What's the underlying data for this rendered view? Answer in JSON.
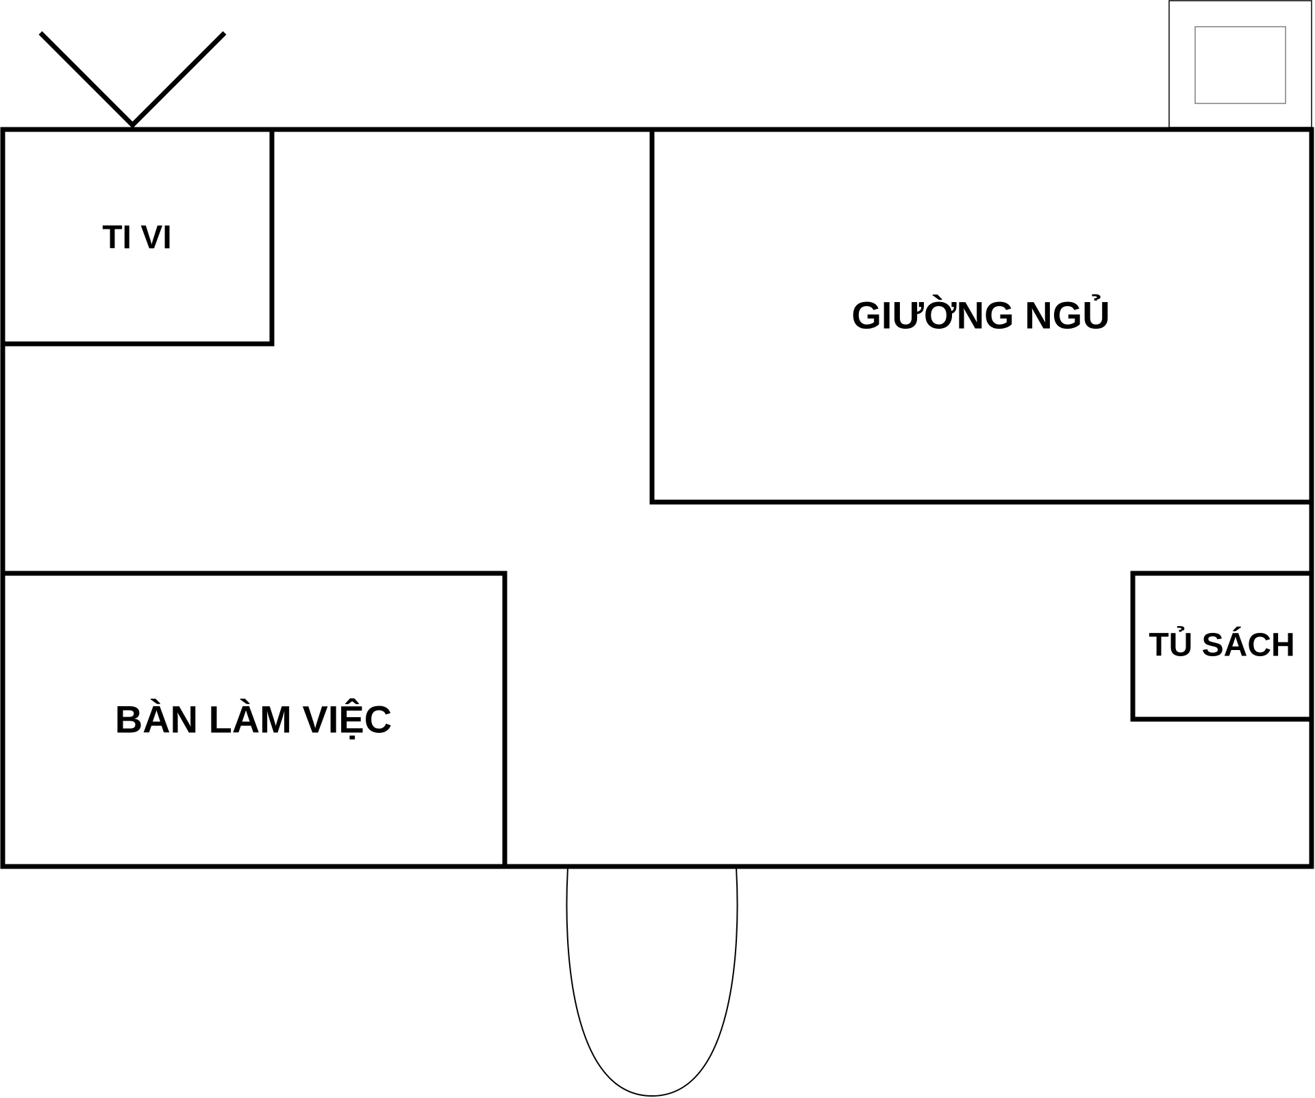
{
  "diagram": {
    "type": "room-floor-plan",
    "language": "vi",
    "furniture": [
      {
        "id": "tv",
        "label": "TI VI"
      },
      {
        "id": "bed",
        "label": "GIƯỜNG NGỦ"
      },
      {
        "id": "bookshelf",
        "label": "TỦ SÁCH"
      },
      {
        "id": "desk",
        "label": "BÀN LÀM VIỆC"
      }
    ],
    "fixtures": [
      {
        "id": "tv-antenna",
        "description": "V-shaped antenna above the TV"
      },
      {
        "id": "window",
        "description": "window frame with inner pane on the top wall, right corner"
      },
      {
        "id": "door",
        "description": "door swing arc on the bottom wall"
      }
    ]
  }
}
